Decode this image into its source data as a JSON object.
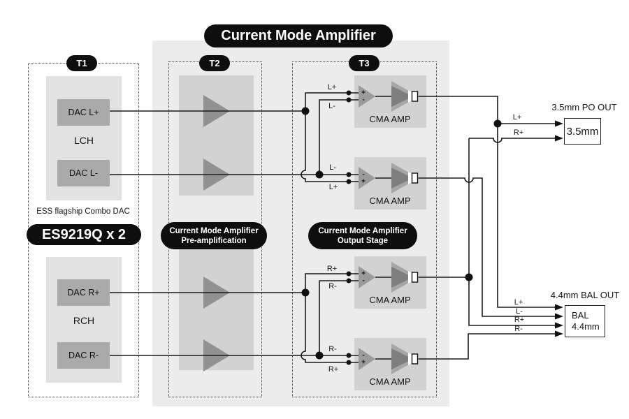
{
  "diagram": {
    "title": "Current Mode Amplifier",
    "tags": {
      "t1": "T1",
      "t2": "T2",
      "t3": "T3"
    },
    "dac": {
      "chips": [
        "DAC L+",
        "DAC L-",
        "DAC R+",
        "DAC R-"
      ],
      "lch": "LCH",
      "rch": "RCH",
      "caption": "ESS flagship Combo DAC",
      "chip_name": "ES9219Q x 2"
    },
    "preamp": {
      "line1": "Current Mode Amplifier",
      "line2": "Pre-amplification"
    },
    "outstage": {
      "line1": "Current Mode Amplifier",
      "line2": "Output Stage",
      "amp_label": "CMA AMP"
    },
    "polarity": {
      "plus": "+",
      "minus": "-"
    },
    "wire_labels": {
      "t3_in": [
        "L+",
        "L-",
        "L-",
        "L+",
        "R+",
        "R-",
        "R-",
        "R+"
      ],
      "po": [
        "L+",
        "R+"
      ],
      "bal": [
        "L+",
        "L-",
        "R+",
        "R-"
      ]
    },
    "outputs": {
      "po": {
        "title": "3.5mm PO OUT",
        "jack": "3.5mm"
      },
      "bal": {
        "title": "4.4mm BAL OUT",
        "jack_line1": "BAL",
        "jack_line2": "4.4mm"
      }
    },
    "colors": {
      "pill": "#0e0e0e",
      "pill_text": "#ffffff",
      "section_bg": "#ececec",
      "panel": "#d2d2d2",
      "dac_panel": "#e2e2e2",
      "chip": "#aaaaaa",
      "wire": "#1a1a1a",
      "triangle_gray": "#919191",
      "buffer_outer": "#a6a6a6",
      "buffer_inner": "#7e7e7e"
    }
  }
}
